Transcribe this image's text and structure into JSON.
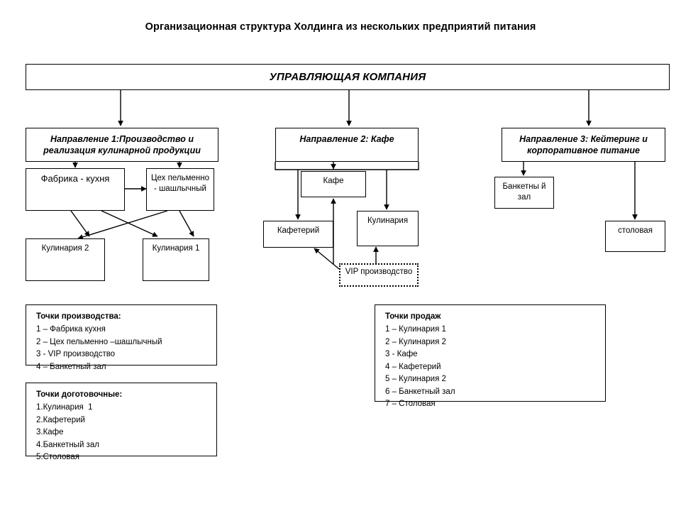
{
  "title": "Организационная структура Холдинга из нескольких предприятий питания",
  "nodes": {
    "management": "УПРАВЛЯЮЩАЯ КОМПАНИЯ",
    "direction1": "Направление 1:Производство  и реализация  кулинарной продукции",
    "direction2": "Направление 2: Кафе",
    "direction3": "Направление 3: Кейтеринг и корпоративное питание",
    "factory_kitchen": "Фабрика - кухня",
    "dumpling_shop": "Цех пельменно - шашлычный",
    "culinary2": "Кулинария 2",
    "culinary1": "Кулинария 1",
    "cafe": "Кафе",
    "cafeteria": "Кафетерий",
    "culinary": "Кулинария",
    "vip_production": "VIP производство",
    "banquet_hall": "Банкетны й зал",
    "canteen": "столовая"
  },
  "legends": {
    "production_points": {
      "title": "Точки производства:",
      "items": [
        "1 – Фабрика кухня",
        "2 – Цех пельменно –шашлычный",
        "3 - VIP производство",
        "4 – Банкетный зал"
      ]
    },
    "finishing_points": {
      "title": "Точки доготовочные:",
      "items": [
        "1.Кулинария  1",
        "2.Кафетерий",
        "3.Кафе",
        "4.Банкетный зал",
        "5.Столовая"
      ]
    },
    "sales_points": {
      "title": "Точки продаж",
      "items": [
        "1 – Кулинария 1",
        "2 – Кулинария 2",
        "3 - Кафе",
        "4 – Кафетерий",
        "5 – Кулинария 2",
        "6 – Банкетный зал",
        "7 – Столовая"
      ]
    }
  },
  "colors": {
    "line": "#000000",
    "background": "#ffffff",
    "text": "#000000"
  }
}
